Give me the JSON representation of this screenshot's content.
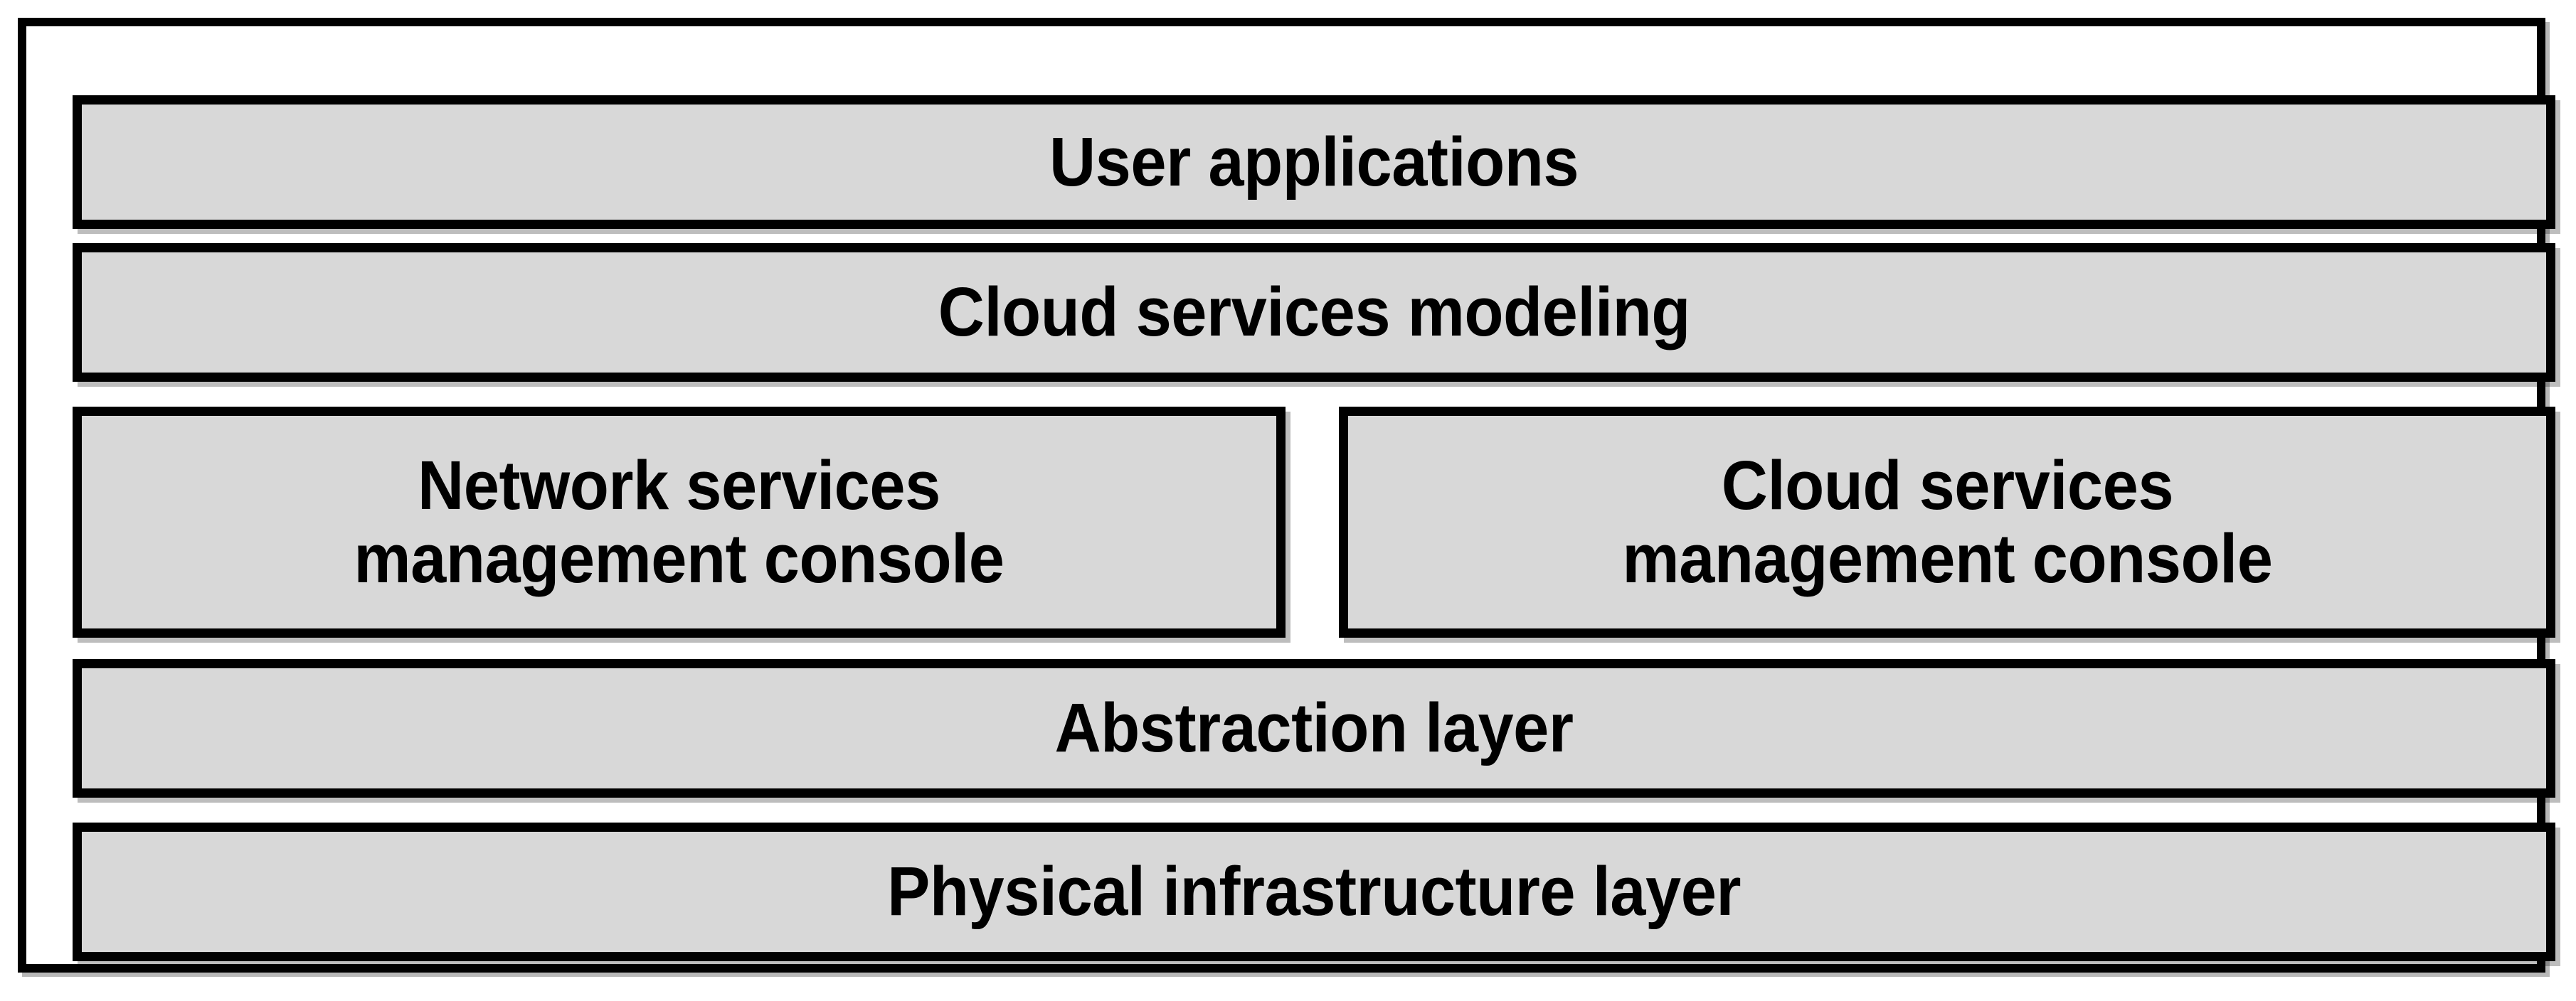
{
  "diagram": {
    "title": "Cloud architecture layered stack",
    "type": "layered-block-diagram",
    "colors": {
      "box_fill": "#D8D8D8",
      "box_border": "#000000",
      "frame_fill": "#FFFFFF",
      "frame_border": "#000000",
      "text": "#000000"
    },
    "layers": [
      {
        "id": "user-applications",
        "label": "User applications",
        "row": 1,
        "span": "full"
      },
      {
        "id": "cloud-services-modeling",
        "label": "Cloud services modeling",
        "row": 2,
        "span": "full"
      },
      {
        "id": "network-services-management-console",
        "label": "Network services\nmanagement console",
        "row": 3,
        "span": "half-left"
      },
      {
        "id": "cloud-services-management-console",
        "label": "Cloud services\nmanagement console",
        "row": 3,
        "span": "half-right"
      },
      {
        "id": "abstraction-layer",
        "label": "Abstraction layer",
        "row": 4,
        "span": "full"
      },
      {
        "id": "physical-infrastructure-layer",
        "label": "Physical infrastructure layer",
        "row": 5,
        "span": "full"
      }
    ]
  }
}
